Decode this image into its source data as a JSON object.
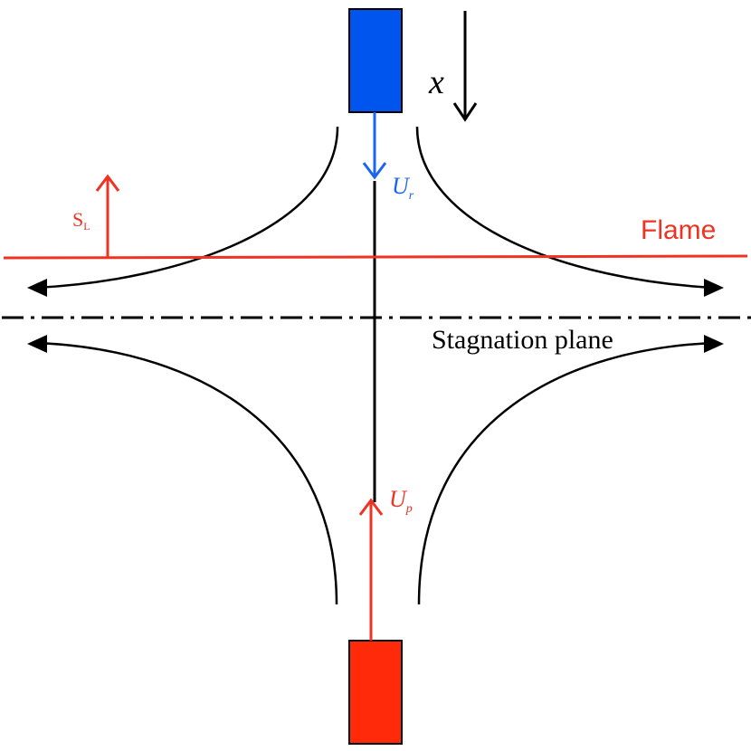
{
  "labels": {
    "axis": "x",
    "reactant_velocity_main": "U",
    "reactant_velocity_sub": "r",
    "product_velocity_main": "U",
    "product_velocity_sub": "p",
    "flame_speed_main": "S",
    "flame_speed_sub": "L",
    "flame": "Flame",
    "stagnation_plane": "Stagnation plane"
  },
  "colors": {
    "reactant_nozzle": "#0055ee",
    "product_nozzle": "#ff2a0a",
    "reactant_arrow": "#1a66ee",
    "product_arrow": "#ee3322",
    "flame": "#ee3322",
    "streamlines": "#000000"
  },
  "icons": {
    "axis_arrow": "arrow-down-icon",
    "reactant_arrow": "arrow-down-icon",
    "product_arrow": "arrow-up-icon",
    "flame_speed_arrow": "arrow-up-icon",
    "outflow_arrows": "arrow-left-right-icon"
  }
}
